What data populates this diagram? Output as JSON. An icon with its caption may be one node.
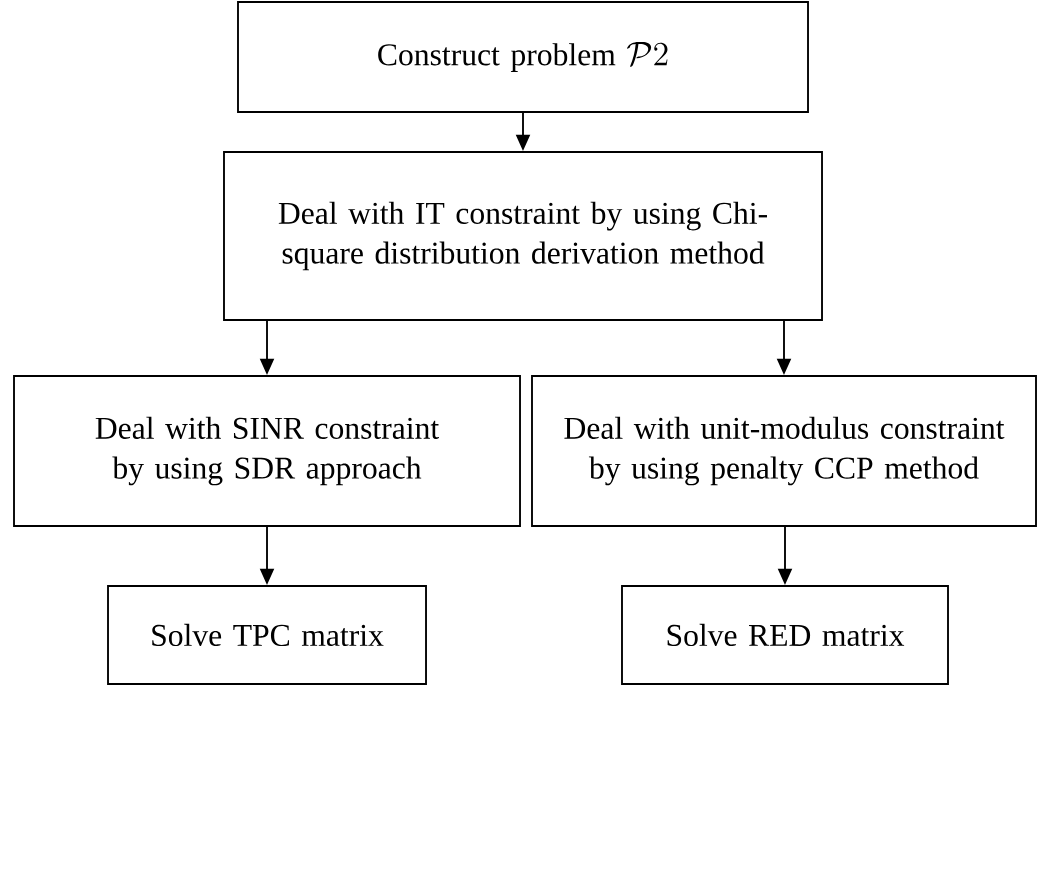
{
  "diagram": {
    "nodes": [
      {
        "text": [
          "\\text{Construct problem }\\mathcal{P}2"
        ]
      },
      {
        "text": [
          "Deal with IT constraint by using Chi-square distribution derivation method"
        ]
      },
      {
        "text": [
          "Deal with SINR constraint by using SDR approach"
        ]
      },
      {
        "text": [
          "Deal with unit-modulus constraint by using penalty CCP method"
        ]
      },
      {
        "text": [
          "Solve TPC matrix"
        ]
      },
      {
        "text": [
          "Solve RED matrix"
        ]
      }
    ],
    "edges": [
      {
        "from": 0,
        "to": 1,
        "arrow": "to"
      },
      {
        "from": 1,
        "to": 2,
        "arrow": "to"
      },
      {
        "from": 1,
        "to": 3,
        "arrow": "to"
      },
      {
        "from": 2,
        "to": 4,
        "arrow": "to"
      },
      {
        "from": 3,
        "to": 5,
        "arrow": "to"
      }
    ]
  }
}
